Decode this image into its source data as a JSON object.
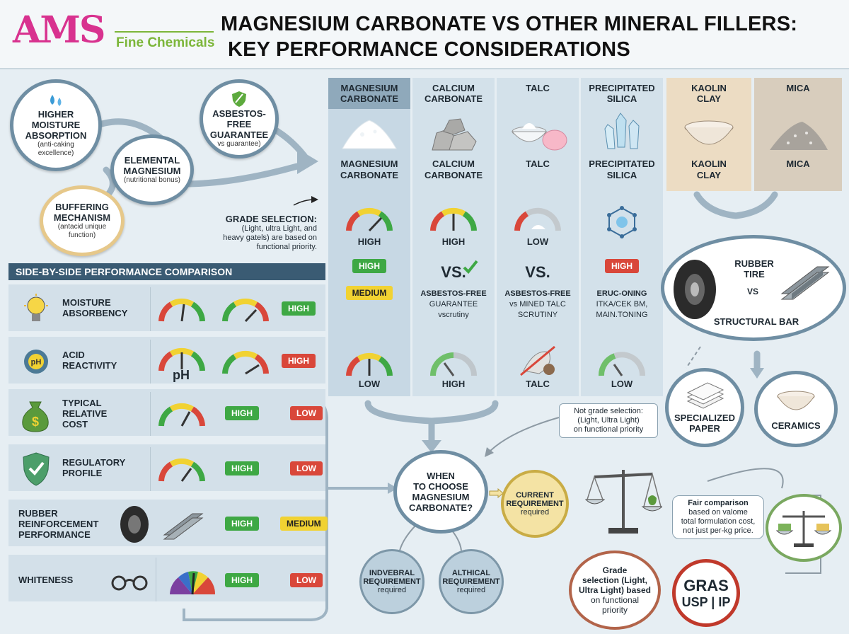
{
  "header": {
    "logo_main": "AMS",
    "logo_sub": "Fine Chemicals",
    "title_line1": "MAGNESIUM CARBONATE VS OTHER MINERAL FILLERS:",
    "title_line2": "KEY PERFORMANCE CONSIDERATIONS"
  },
  "features": [
    {
      "title_lines": [
        "HIGHER",
        "MOISTURE",
        "ABSORPTION"
      ],
      "sub_lines": [
        "(anti-caking",
        "excellence)"
      ]
    },
    {
      "title_lines": [
        "ASBESTOS-FREE",
        "GUARANTEE"
      ],
      "sub_lines": [
        "vs guarantee)"
      ]
    },
    {
      "title_lines": [
        "ELEMENTAL",
        "MAGNESIUM"
      ],
      "sub_lines": [
        "(nutritional bonus)"
      ]
    },
    {
      "title_lines": [
        "BUFFERING",
        "MECHANISM"
      ],
      "sub_lines": [
        "(antacid unique",
        "function)"
      ]
    }
  ],
  "grade_note": {
    "heading": "GRADE SELECTION:",
    "lines": [
      "(Light, ultra Light, and",
      "heavy gatels) are based on",
      "functional priority."
    ]
  },
  "columns": [
    {
      "head": [
        "MAGNESIUM",
        "CARBONATE"
      ],
      "name": [
        "MAGNESIUM",
        "CARBONATE"
      ],
      "gauge1": "HIGH",
      "mid_badges": [
        "HIGH",
        "MEDIUM"
      ],
      "mid_text": [],
      "gauge2": "LOW"
    },
    {
      "head": [
        "CALCIUM",
        "CARBONATE"
      ],
      "name": [
        "CALCIUM",
        "CARBONATE"
      ],
      "gauge1": "HIGH",
      "mid_vs": "VS.",
      "mid_text": [
        "ASBESTOS-FREE",
        "GUARANTEE",
        "vscrutiny"
      ],
      "gauge2": "HIGH"
    },
    {
      "head": [
        "TALC"
      ],
      "name": [
        "TALC"
      ],
      "gauge1": "LOW",
      "mid_vs": "VS.",
      "mid_text": [
        "ASBESTOS-FREE",
        "vs MINED TALC",
        "SCRUTINY"
      ],
      "gauge2": "TALC"
    },
    {
      "head": [
        "PRECIPITATED",
        "SILICA"
      ],
      "name": [
        "PRECIPITATED",
        "SILICA"
      ],
      "gauge1": "",
      "mid_badges": [
        "HIGH"
      ],
      "mid_text": [
        "ERUC-ONING",
        "ITKA/CEK BM,",
        "MAIN.TONING"
      ],
      "gauge2": "LOW"
    },
    {
      "head": [
        "KAOLIN",
        "CLAY"
      ],
      "name": [
        "KAOLIN",
        "CLAY"
      ]
    },
    {
      "head": [
        "MICA"
      ],
      "name": [
        "MICA"
      ]
    }
  ],
  "comparison": {
    "title": "SIDE-BY-SIDE PERFORMANCE COMPARISON",
    "rows": [
      {
        "label_lines": [
          "MOISTURE",
          "ABSORBENCY"
        ],
        "icon": "lightbulb-icon",
        "badges": [
          "HIGH"
        ]
      },
      {
        "label_lines": [
          "ACID",
          "REACTIVITY"
        ],
        "icon": "ph-gear-icon",
        "gauge_text": "pH",
        "badges": [
          "HIGH"
        ]
      },
      {
        "label_lines": [
          "TYPICAL",
          "RELATIVE",
          "COST"
        ],
        "icon": "money-bag-icon",
        "badges": [
          "HIGH",
          "LOW"
        ]
      },
      {
        "label_lines": [
          "REGULATORY",
          "PROFILE"
        ],
        "icon": "shield-check-icon",
        "badges": [
          "HIGH",
          "LOW"
        ]
      },
      {
        "label_lines": [
          "RUBBER",
          "REINFORCEMENT",
          "PERFORMANCE"
        ],
        "icon": "tire-icon",
        "badges": [
          "HIGH",
          "MEDIUM"
        ]
      },
      {
        "label_lines": [
          "WHITENESS"
        ],
        "icon": "glasses-icon",
        "badges": [
          "HIGH",
          "LOW"
        ]
      }
    ]
  },
  "right_panel": {
    "rubber_tire": [
      "RUBBER",
      "TIRE"
    ],
    "vs": "VS",
    "structural_bar": "STRUCTURAL BAR",
    "specialized_paper": [
      "SPECIALIZED",
      "PAPER"
    ],
    "ceramics": "CERAMICS"
  },
  "decision": {
    "center": [
      "WHEN",
      "TO CHOOSE",
      "MAGNESIUM",
      "CARBONATE?"
    ],
    "current": {
      "title": [
        "CURRENT",
        "REQUIREMENT"
      ],
      "sub": "required"
    },
    "indvebral": {
      "title": [
        "INDVEBRAL",
        "REQUIREMENT"
      ],
      "sub": "required"
    },
    "althical": {
      "title": [
        "ALTHICAL",
        "REQUIREMENT"
      ],
      "sub": "required"
    }
  },
  "notes": {
    "not_grade": [
      "Not grade selection:",
      "(Light, Ultra Light)",
      "on functional priority"
    ],
    "fair": {
      "heading": "Fair comparison",
      "lines": [
        "based on valome",
        "total formulation cost,",
        "not just per-kg price."
      ]
    },
    "grade_bubble": [
      "Grade",
      "selection (Light,",
      "Ultra Light) based",
      "on functional",
      "priority"
    ]
  },
  "badges_seal": {
    "top": "GRAS",
    "bottom": "USP | IP"
  },
  "colors": {
    "accent": "#3a5b73",
    "green": "#3ea844",
    "red": "#d9473a",
    "yellow": "#f1d232",
    "pink": "#d8328f"
  }
}
